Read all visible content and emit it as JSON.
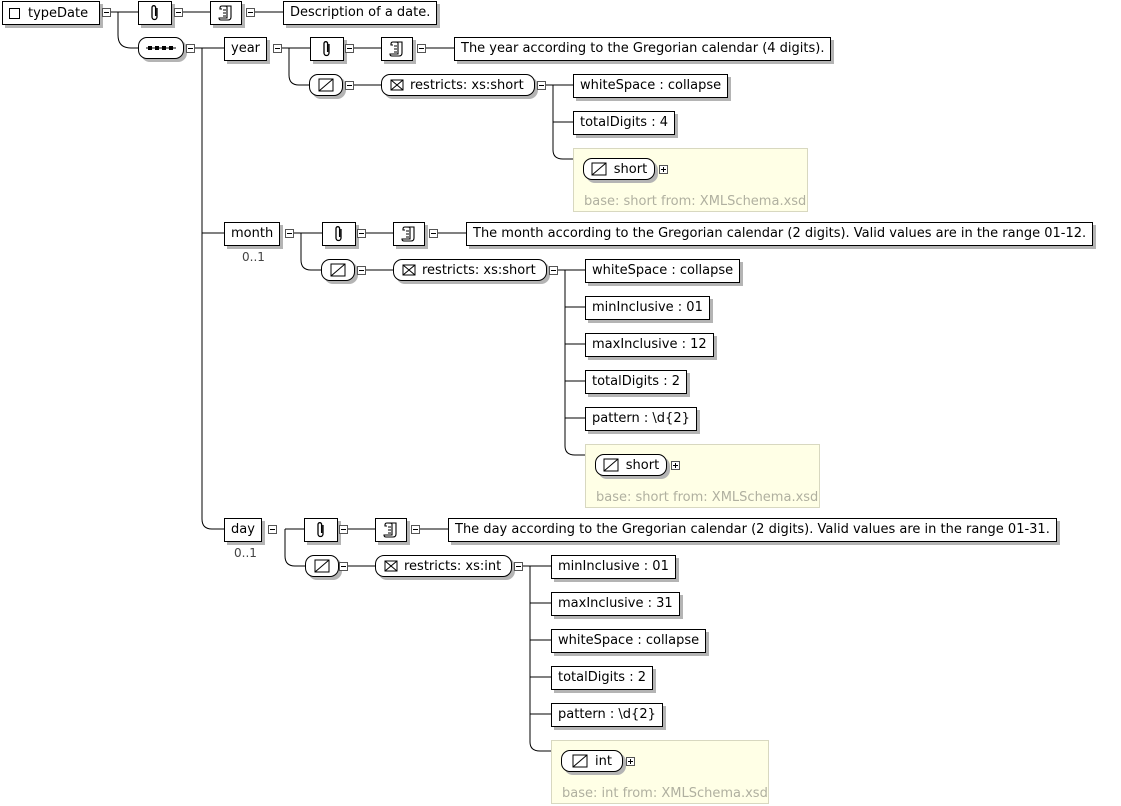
{
  "root": {
    "name": "typeDate",
    "documentation": "Description of a date."
  },
  "elements": [
    {
      "name": "year",
      "occurrence": "",
      "documentation": "The year according to the Gregorian calendar (4 digits).",
      "restriction": "restricts: xs:short",
      "facets": [
        "whiteSpace : collapse",
        "totalDigits : 4"
      ],
      "base_type": "short",
      "base_info": "base: short from: XMLSchema.xsd"
    },
    {
      "name": "month",
      "occurrence": "0..1",
      "documentation": "The month according to the Gregorian calendar (2 digits). Valid values are in the range 01-12.",
      "restriction": "restricts: xs:short",
      "facets": [
        "whiteSpace : collapse",
        "minInclusive : 01",
        "maxInclusive : 12",
        "totalDigits : 2",
        "pattern : \\d{2}"
      ],
      "base_type": "short",
      "base_info": "base: short from: XMLSchema.xsd"
    },
    {
      "name": "day",
      "occurrence": "0..1",
      "documentation": "The day according to the Gregorian calendar (2 digits). Valid values are in the range 01-31.",
      "restriction": "restricts: xs:int",
      "facets": [
        "minInclusive : 01",
        "maxInclusive : 31",
        "whiteSpace : collapse",
        "totalDigits : 2",
        "pattern : \\d{2}"
      ],
      "base_type": "int",
      "base_info": "base: int from: XMLSchema.xsd"
    }
  ]
}
